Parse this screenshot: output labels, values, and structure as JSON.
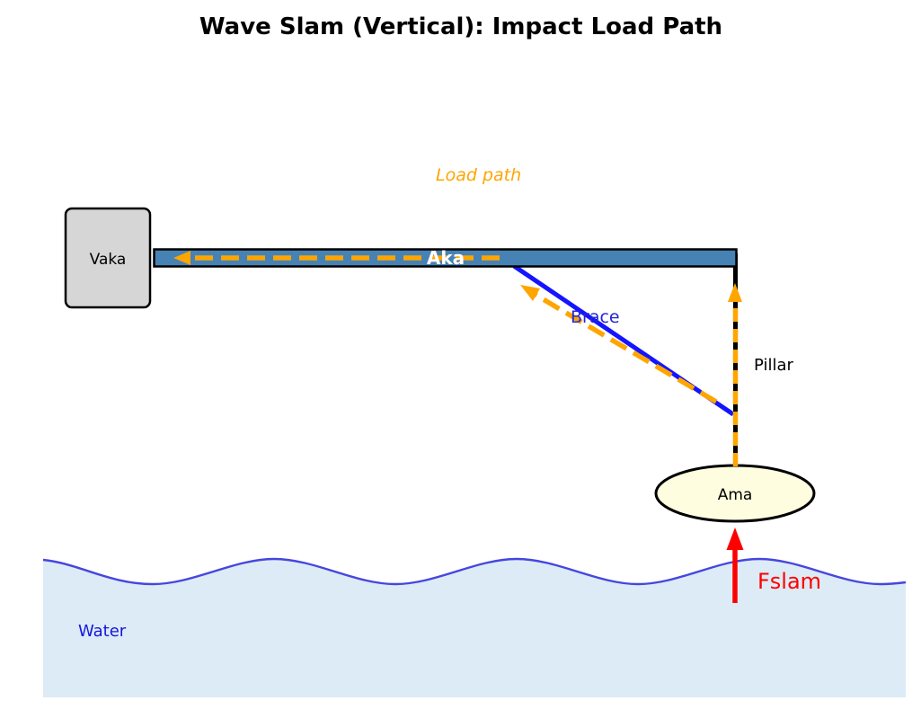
{
  "title": "Wave Slam (Vertical): Impact Load Path",
  "labels": {
    "load_path": "Load path",
    "vaka": "Vaka",
    "aka": "Aka",
    "brace": "Brace",
    "pillar": "Pillar",
    "ama": "Ama",
    "force": "Fslam",
    "water": "Water"
  },
  "colors": {
    "load_path_orange": "#FFA500",
    "aka_fill": "#4682B4",
    "aka_label_white": "#FFFFFF",
    "brace_blue": "#1414FF",
    "blue_label": "#2424D6",
    "vaka_fill": "#D6D6D6",
    "ama_fill": "#FFFDE0",
    "water_fill": "#DCEBF5",
    "wave_line_blue": "#4646DF",
    "force_red": "#FF0000",
    "outline_black": "#000000"
  }
}
